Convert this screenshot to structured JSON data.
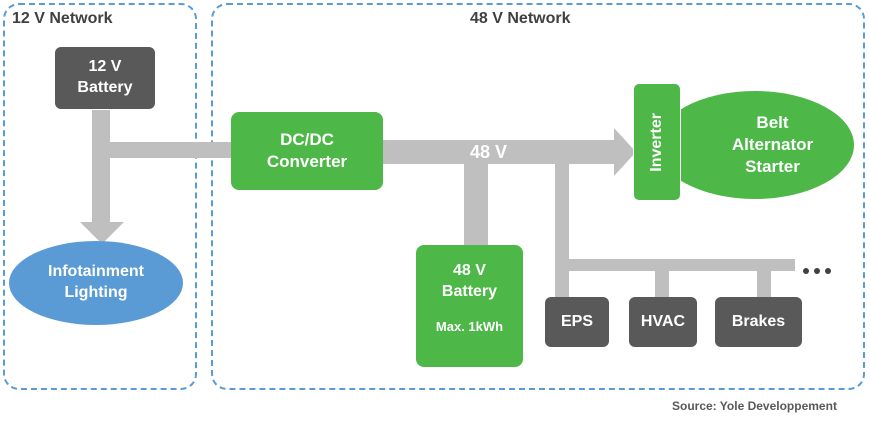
{
  "networks": {
    "left_title": "12 V Network",
    "right_title": "48 V Network"
  },
  "nodes": {
    "battery_12v": "12 V\nBattery",
    "infotainment": "Infotainment\nLighting",
    "dcdc": "DC/DC\nConverter",
    "bus_label": "48 V",
    "inverter": "Inverter",
    "bas": "Belt\nAlternator\nStarter",
    "battery_48v": "48 V\nBattery",
    "battery_48v_note": "Max. 1kWh",
    "eps": "EPS",
    "hvac": "HVAC",
    "brakes": "Brakes"
  },
  "source": "Source: Yole Developpement",
  "colors": {
    "network_border": "#5b9bd5",
    "green": "#4db848",
    "dark": "#595959",
    "blue": "#5b9bd5",
    "connector": "#bfbfbf"
  }
}
